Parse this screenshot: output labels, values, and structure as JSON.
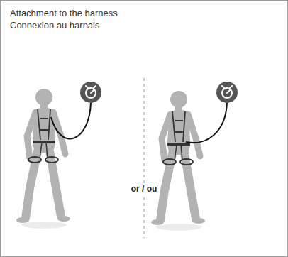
{
  "diagram": {
    "title": "Attachment to the harness",
    "labels": [
      "Connexion au harnais",
      "or / ou"
    ]
  }
}
